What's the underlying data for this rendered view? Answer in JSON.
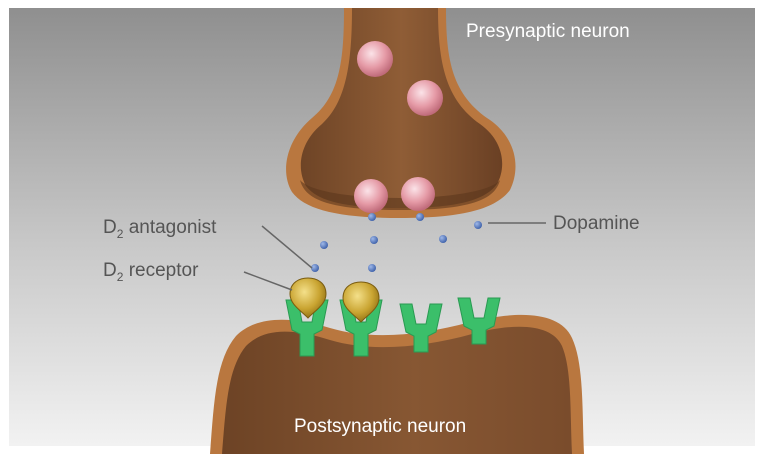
{
  "labels": {
    "presynaptic": "Presynaptic neuron",
    "postsynaptic": "Postsynaptic neuron",
    "dopamine": "Dopamine",
    "antagonist_prefix": "D",
    "antagonist_sub": "2",
    "antagonist_rest": " antagonist",
    "receptor_prefix": "D",
    "receptor_sub": "2",
    "receptor_rest": " receptor"
  },
  "colors": {
    "neuron_fill": "#8a5a36",
    "neuron_outline": "#b9773f",
    "vesicle": "#e59aa6",
    "dopamine": "#4a6fb5",
    "receptor": "#3bbf6a",
    "antagonist": "#c9a431",
    "label_dark": "#555555",
    "label_light": "#ffffff"
  },
  "icons": {
    "vesicle": "vesicle-icon",
    "dopamine": "dopamine-molecule-icon",
    "receptor": "d2-receptor-icon",
    "antagonist": "d2-antagonist-icon"
  }
}
